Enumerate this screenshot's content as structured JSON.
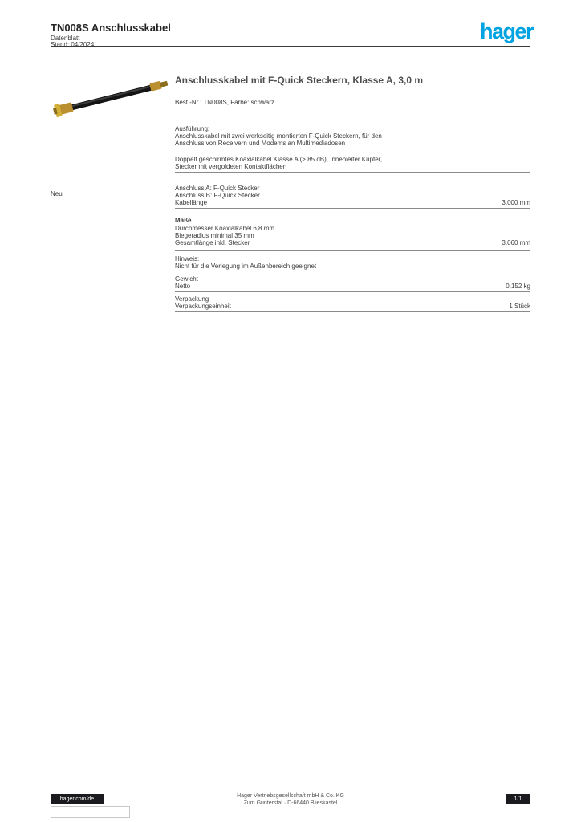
{
  "brand": {
    "logo": "hager",
    "logo_color": "#00A3E1"
  },
  "header": {
    "product": "TN008S Anschlusskabel",
    "doc_type": "Datenblatt",
    "date": "Stand: 04/2024"
  },
  "product": {
    "title": "Anschlusskabel mit F-Quick Steckern, Klasse A, 3,0 m",
    "ref": "Best.-Nr.: TN008S, Farbe: schwarz",
    "image_alt": "coax-cable-with-gold-connectors"
  },
  "margin_label": "Neu",
  "description": {
    "p1_l1": "Ausführung:",
    "p1_l2": "Anschlusskabel mit zwei werkseitig montierten F-Quick Steckern, für den",
    "p1_l3": "Anschluss von Receivern und Modems an Multimediadosen",
    "p2_l1": "Doppelt geschirmtes Koaxialkabel Klasse A (> 85 dB), Innenleiter Kupfer,",
    "p2_l2": "Stecker mit vergoldeten Kontaktflächen"
  },
  "connections": {
    "row1": "Anschluss A: F-Quick Stecker",
    "row2": "Anschluss B: F-Quick Stecker",
    "row3_label": "Kabellänge",
    "row3_value": "3.000 mm"
  },
  "dimensions": {
    "heading": "Maße",
    "row1": "Durchmesser Koaxialkabel 6,8 mm",
    "row2": "Biegeradius minimal 35 mm",
    "row3_label": "Gesamtlänge inkl. Stecker",
    "row3_value": "3.060 mm",
    "note_l1": "Hinweis:",
    "note_l2": "Nicht für die Verlegung im Außenbereich geeignet"
  },
  "weight": {
    "row1": "Gewicht",
    "row2_label": "Netto",
    "row2_value": "0,152 kg"
  },
  "packaging": {
    "row1": "Verpackung",
    "row2_label": "Verpackungseinheit",
    "row2_value": "1 Stück"
  },
  "footer": {
    "site": "hager.com/de",
    "company": "Hager Vertriebsgesellschaft mbH & Co. KG",
    "address": "Zum Gunterstal · D-66440 Blieskastel",
    "page": "1/1"
  }
}
